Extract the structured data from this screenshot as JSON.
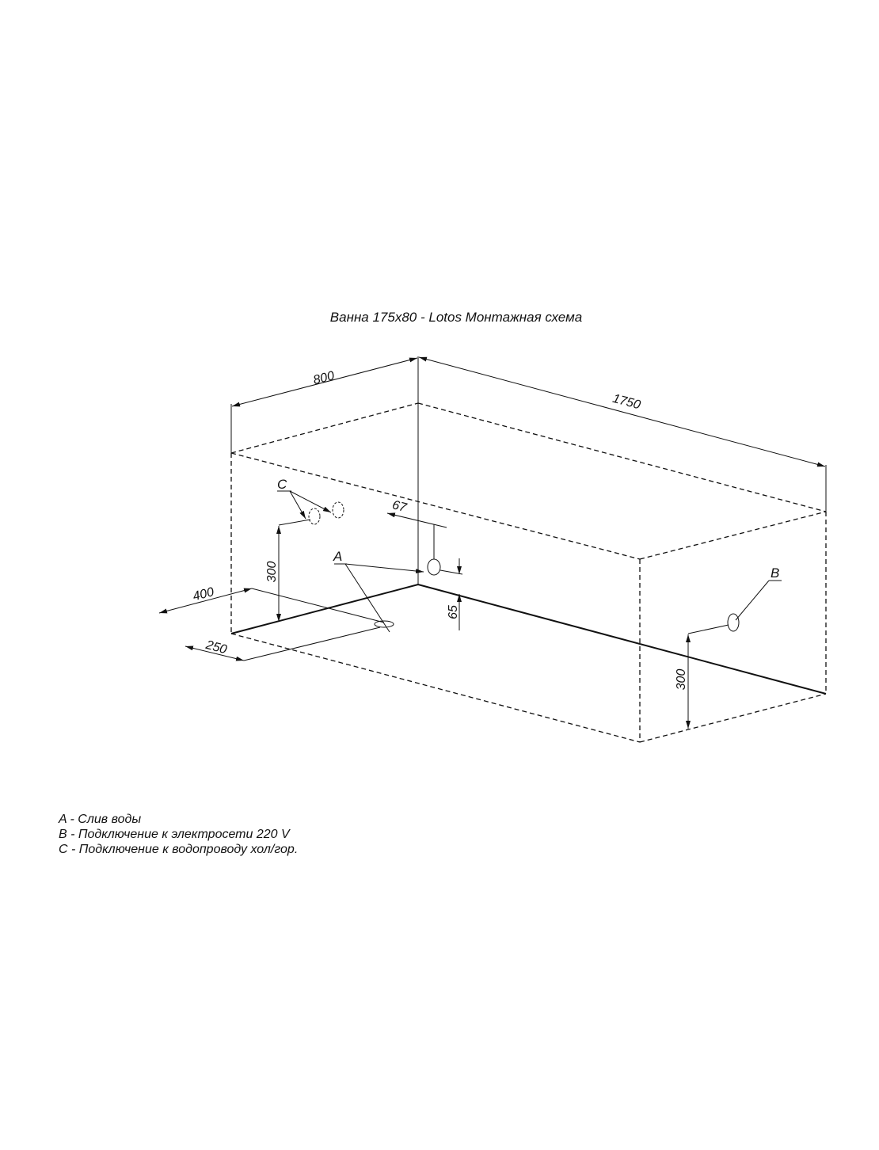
{
  "title": "Ванна 175x80 - Lotos Монтажная схема",
  "dimensions": {
    "width": "800",
    "length": "1750",
    "drain_offset_x": "400",
    "drain_offset_y": "250",
    "water_height": "300",
    "overflow_offset": "67",
    "overflow_height": "65",
    "power_height": "300"
  },
  "labels": {
    "a": "A",
    "b": "B",
    "c": "C"
  },
  "legend": [
    "A - Слив воды",
    "B - Подключение к электросети 220 V",
    "C - Подключение к водопроводу хол/гор."
  ]
}
